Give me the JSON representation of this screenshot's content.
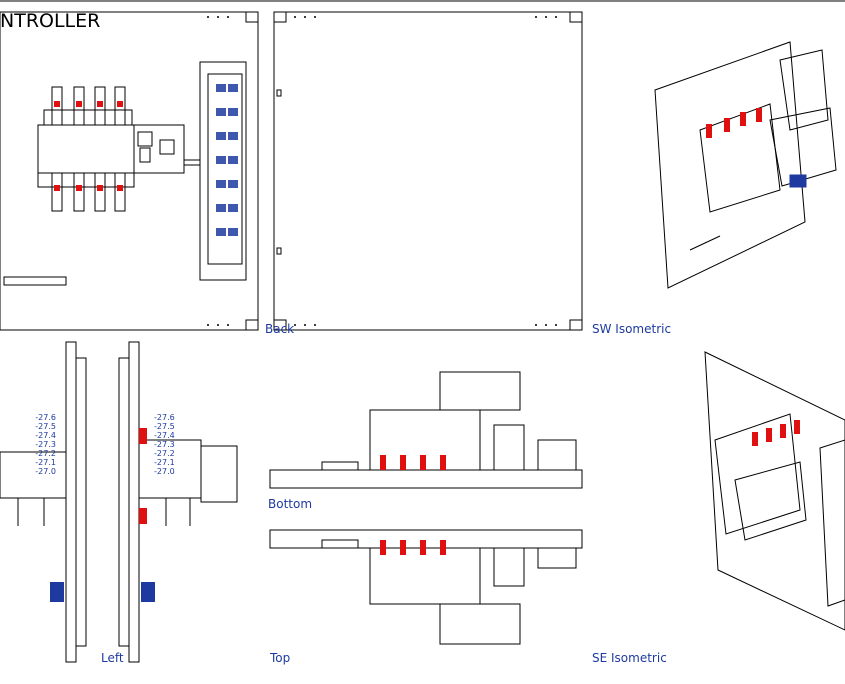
{
  "drawing": {
    "title": "NTROLLER",
    "views": {
      "back": "Back",
      "sw_isometric": "SW Isometric",
      "left": "Left",
      "bottom": "Bottom",
      "top": "Top",
      "se_isometric": "SE Isometric"
    },
    "terminal_labels": [
      "-27.6",
      "-27.5",
      "-27.4",
      "-27.3",
      "-27.2",
      "-27.1",
      "-27.0"
    ],
    "left_view_labels": [
      "-27.6",
      "-27.5",
      "-27.4",
      "-27.3",
      "-27.2",
      "-27.1",
      "-27.0"
    ],
    "right_view_labels": [
      "-27.6",
      "-27.5",
      "-27.4",
      "-27.3",
      "-27.2",
      "-27.1",
      "-27.0"
    ]
  },
  "colors": {
    "line": "#000000",
    "label": "#1e3aa0",
    "switch_red": "#e01010",
    "terminal_blue": "#1e3aa0",
    "header_bar": "#000000"
  }
}
